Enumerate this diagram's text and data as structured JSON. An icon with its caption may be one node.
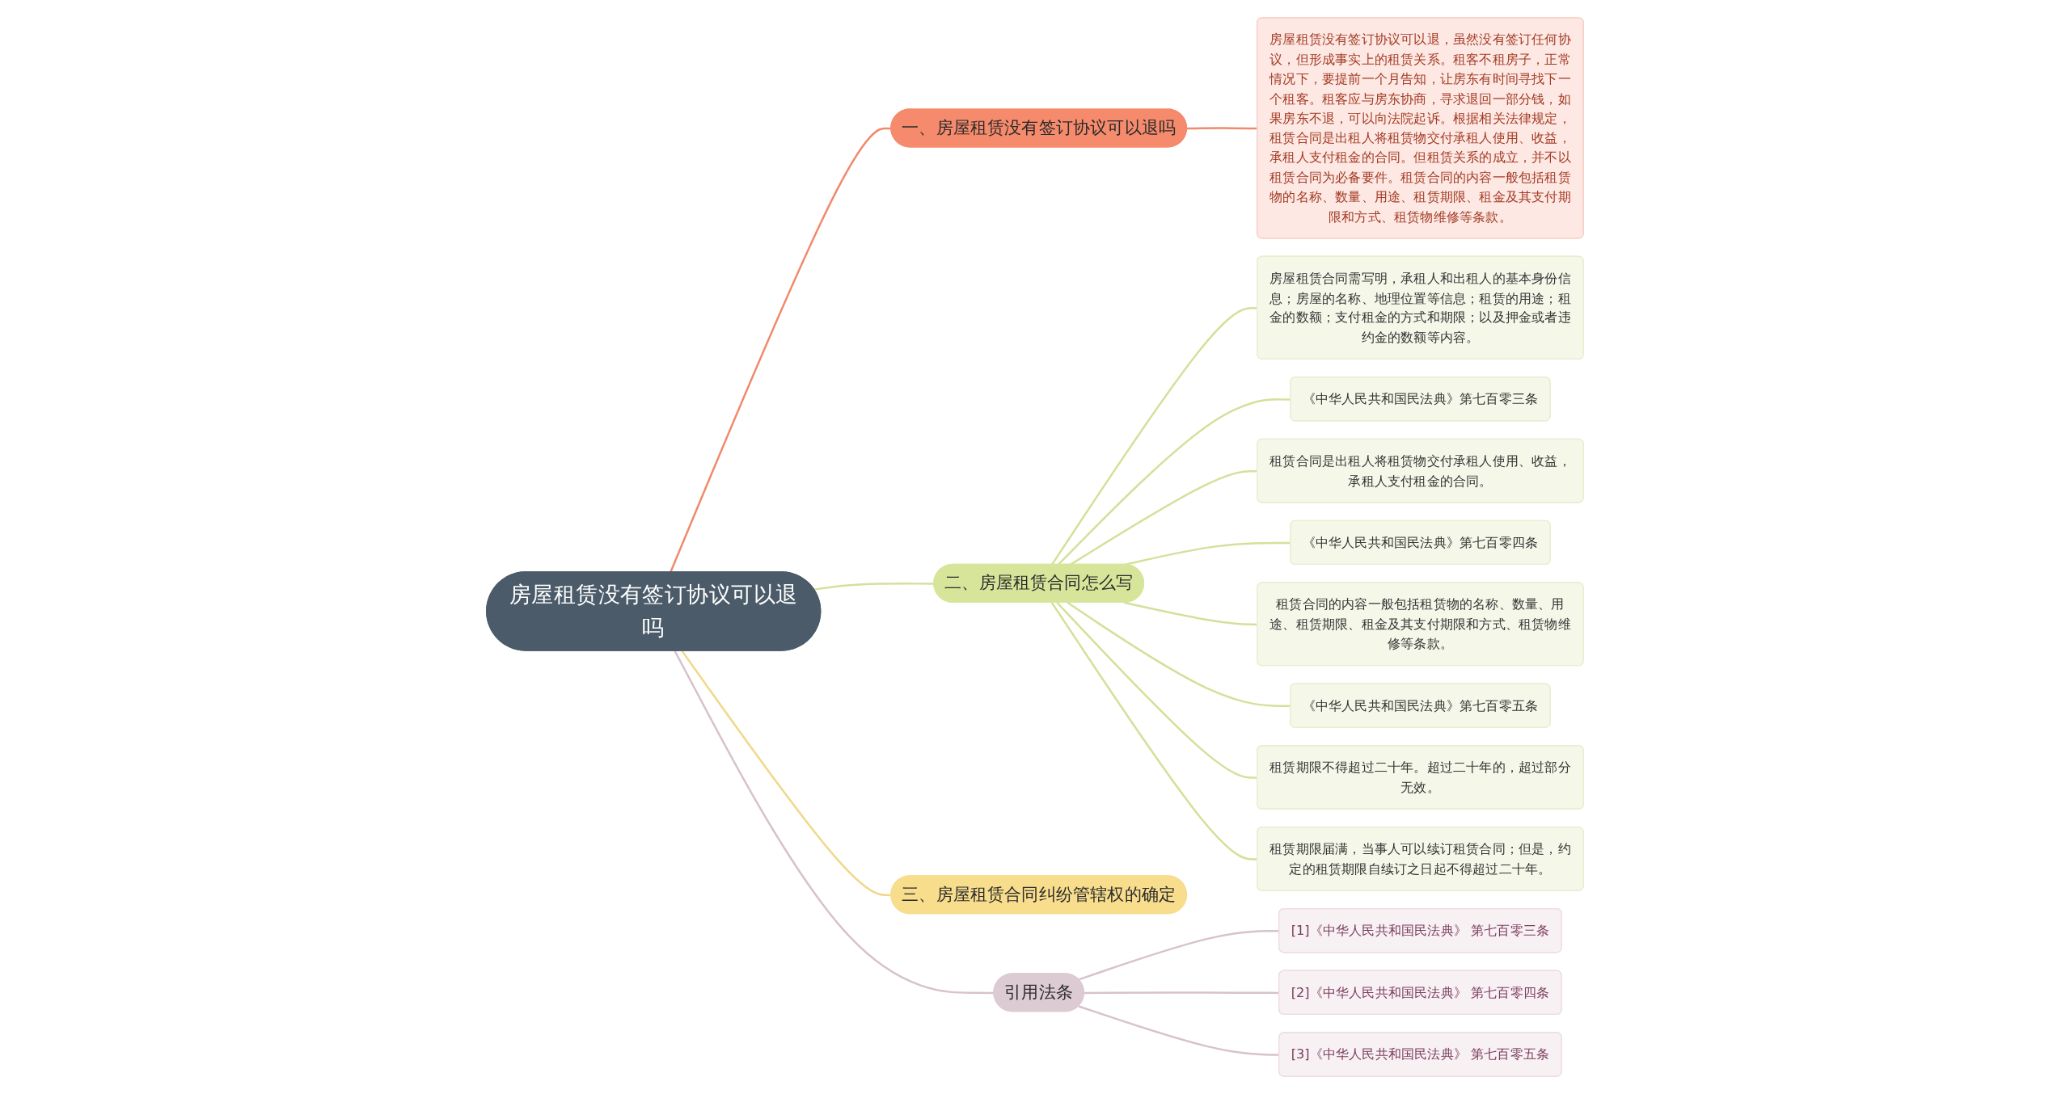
{
  "diagram": {
    "nodes": [
      {
        "text": [
          "房屋租赁没有签订协议可以退吗"
        ]
      },
      {
        "text": [
          "一、房屋租赁没有签订协议可以退吗"
        ]
      },
      {
        "text": [
          "房屋租赁没有签订协议可以退，虽然没有签订任何协议，但形成事实上的租赁关系。租客不租房子，正常情况下，要提前一个月告知，让房东有时间寻找下一个租客。租客应与房东协商，寻求退回一部分钱，如果房东不退，可以向法院起诉。根据相关法律规定，租赁合同是出租人将租赁物交付承租人使用、收益，承租人支付租金的合同。但租赁关系的成立，并不以租赁合同为必备要件。租赁合同的内容一般包括租赁物的名称、数量、用途、租赁期限、租金及其支付期限和方式、租赁物维修等条款。"
        ]
      },
      {
        "text": [
          "二、房屋租赁合同怎么写"
        ]
      },
      {
        "text": [
          "房屋租赁合同需写明，承租人和出租人的基本身份信息；房屋的名称、地理位置等信息；租赁的用途；租金的数额；支付租金的方式和期限；以及押金或者违约金的数额等内容。"
        ]
      },
      {
        "text": [
          "《中华人民共和国民法典》第七百零三条"
        ]
      },
      {
        "text": [
          "租赁合同是出租人将租赁物交付承租人使用、收益，承租人支付租金的合同。"
        ]
      },
      {
        "text": [
          "《中华人民共和国民法典》第七百零四条"
        ]
      },
      {
        "text": [
          "租赁合同的内容一般包括租赁物的名称、数量、用途、租赁期限、租金及其支付期限和方式、租赁物维修等条款。"
        ]
      },
      {
        "text": [
          "《中华人民共和国民法典》第七百零五条"
        ]
      },
      {
        "text": [
          "租赁期限不得超过二十年。超过二十年的，超过部分无效。"
        ]
      },
      {
        "text": [
          "租赁期限届满，当事人可以续订租赁合同；但是，约定的租赁期限自续订之日起不得超过二十年。"
        ]
      },
      {
        "text": [
          "三、房屋租赁合同纠纷管辖权的确定"
        ]
      },
      {
        "text": [
          "引用法条"
        ]
      },
      {
        "text": [
          "[1]《中华人民共和国民法典》 第七百零三条"
        ]
      },
      {
        "text": [
          "[2]《中华人民共和国民法典》 第七百零四条"
        ]
      },
      {
        "text": [
          "[3]《中华人民共和国民法典》 第七百零五条"
        ]
      }
    ],
    "edges": [
      {
        "from": 0,
        "to": 1,
        "arrow": "none",
        "color": "#f08a6b"
      },
      {
        "from": 1,
        "to": 2,
        "arrow": "none",
        "color": "#f08a6b"
      },
      {
        "from": 0,
        "to": 3,
        "arrow": "none"
      },
      {
        "from": 3,
        "to": 4,
        "arrow": "none"
      },
      {
        "from": 3,
        "to": 5,
        "arrow": "none"
      },
      {
        "from": 3,
        "to": 6,
        "arrow": "none"
      },
      {
        "from": 3,
        "to": 7,
        "arrow": "none"
      },
      {
        "from": 3,
        "to": 8,
        "arrow": "none"
      },
      {
        "from": 3,
        "to": 9,
        "arrow": "none"
      },
      {
        "from": 3,
        "to": 10,
        "arrow": "none"
      },
      {
        "from": 3,
        "to": 11,
        "arrow": "none"
      },
      {
        "from": 0,
        "to": 12,
        "arrow": "none",
        "color": "#f0d88a"
      },
      {
        "from": 0,
        "to": 13,
        "arrow": "none",
        "color": "#d8c2cb"
      },
      {
        "from": 13,
        "to": 14,
        "arrow": "none",
        "color": "#d8c2cb"
      },
      {
        "from": 13,
        "to": 15,
        "arrow": "none",
        "color": "#d8c2cb"
      },
      {
        "from": 13,
        "to": 16,
        "arrow": "none",
        "color": "#d8c2cb"
      }
    ]
  }
}
